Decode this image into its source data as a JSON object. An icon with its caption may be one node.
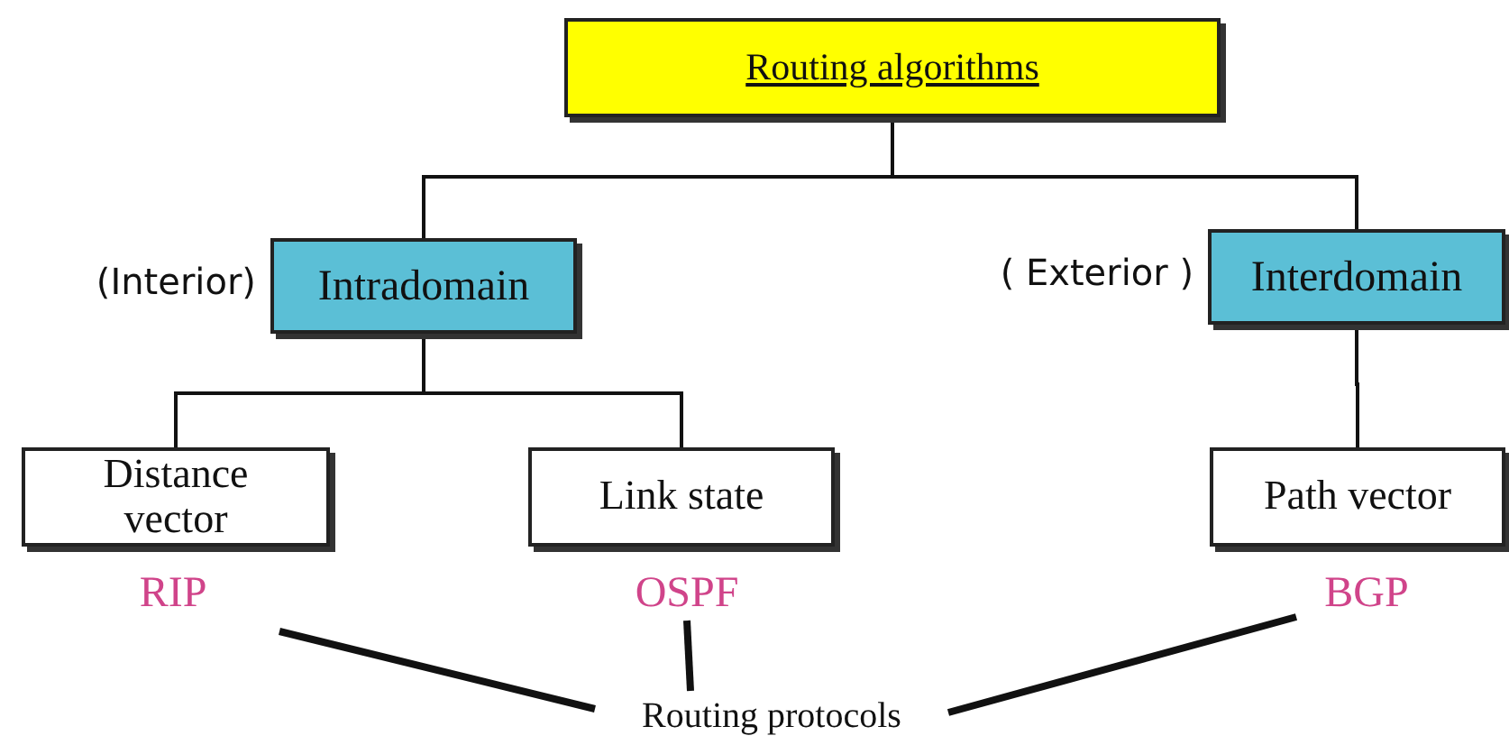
{
  "diagram": {
    "nodes": [
      {
        "text": [
          "Routing algorithms"
        ]
      },
      {
        "text": [
          "Intradomain"
        ],
        "beside": [
          "(Interior)"
        ]
      },
      {
        "text": [
          "Interdomain"
        ],
        "beside": [
          "( Exterior )"
        ]
      },
      {
        "text": [
          "Distance vector"
        ]
      },
      {
        "text": [
          "Link state"
        ]
      },
      {
        "text": [
          "Path vector"
        ]
      },
      {
        "text": [
          "RIP"
        ]
      },
      {
        "text": [
          "OSPF"
        ]
      },
      {
        "text": [
          "BGP"
        ]
      },
      {
        "text": [
          "Routing protocols"
        ]
      }
    ],
    "edges": [
      {
        "from": 0,
        "to": 1,
        "arrow": "none"
      },
      {
        "from": 0,
        "to": 2,
        "arrow": "none"
      },
      {
        "from": 1,
        "to": 3,
        "arrow": "none"
      },
      {
        "from": 1,
        "to": 4,
        "arrow": "none"
      },
      {
        "from": 2,
        "to": 5,
        "arrow": "none"
      },
      {
        "from": 9,
        "to": 6,
        "arrow": "none",
        "style": "thick"
      },
      {
        "from": 9,
        "to": 7,
        "arrow": "none",
        "style": "thick"
      },
      {
        "from": 9,
        "to": 8,
        "arrow": "none",
        "style": "thick"
      }
    ]
  }
}
